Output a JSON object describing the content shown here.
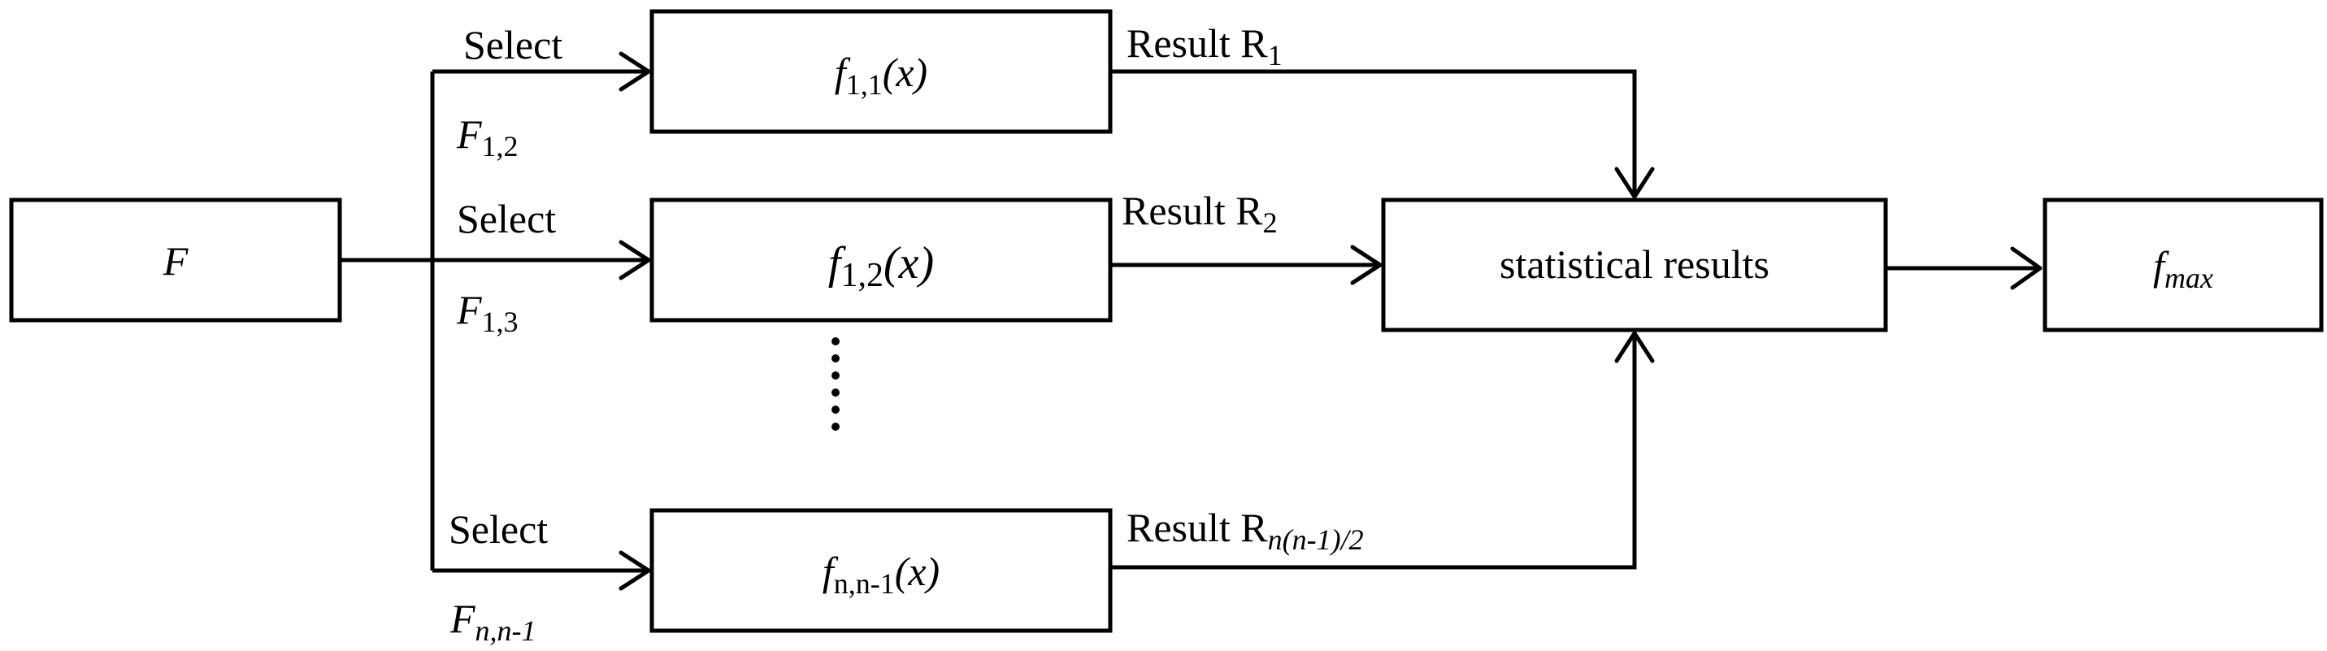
{
  "nodes": {
    "input": {
      "main": "F"
    },
    "branch1": {
      "main": "f",
      "sub": "1,1",
      "arg": "(x)"
    },
    "branch2": {
      "main": "f",
      "sub": "1,2",
      "arg": "(x)"
    },
    "branch3": {
      "main": "f",
      "sub": "n,n-1",
      "arg": "(x)"
    },
    "stats": {
      "label": "statistical results"
    },
    "output": {
      "main": "f",
      "sub": "max"
    }
  },
  "edges": {
    "select_label": "Select",
    "result_label": "Result R",
    "branch1": {
      "select_var": "F",
      "select_sub": "1,2",
      "result_sub": "1"
    },
    "branch2": {
      "select_var": "F",
      "select_sub": "1,3",
      "result_sub": "2"
    },
    "branch3": {
      "select_var": "F",
      "select_sub": "n,n-1",
      "result_sub": "n(n-1)/2"
    }
  },
  "ellipsis": "vertical-dots"
}
